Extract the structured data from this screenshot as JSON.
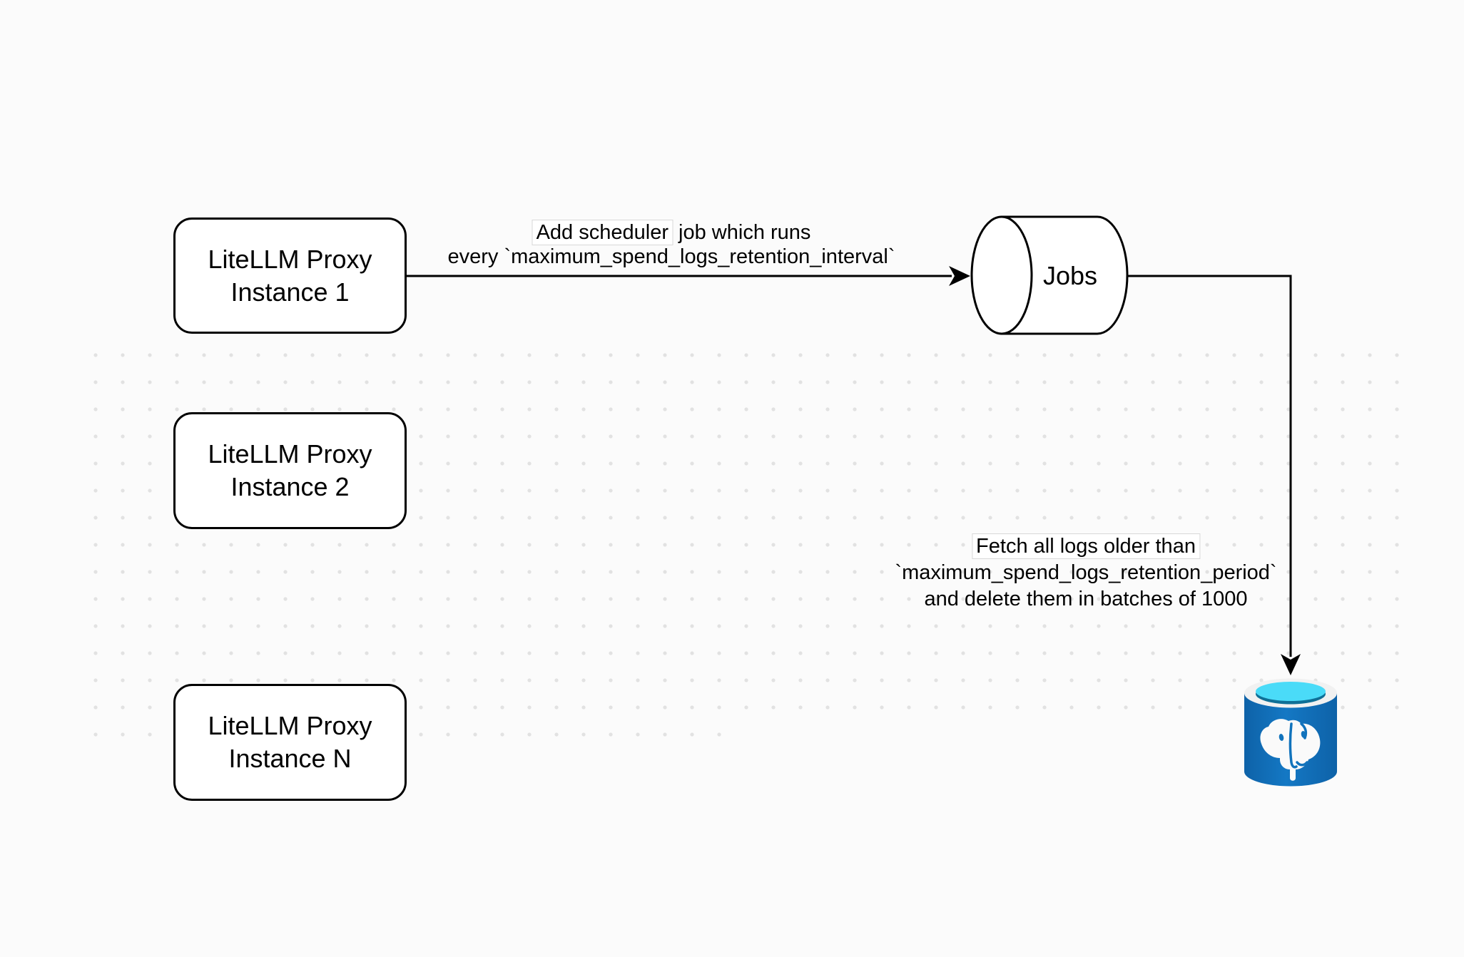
{
  "canvas": {
    "background_color": "#FBFBFB",
    "dot_color": "#E2E2E2"
  },
  "nodes": [
    {
      "id": "litellm-proxy-instance-1",
      "line1": "LiteLLM Proxy",
      "line2": "Instance 1"
    },
    {
      "id": "litellm-proxy-instance-2",
      "line1": "LiteLLM Proxy",
      "line2": "Instance 2"
    },
    {
      "id": "litellm-proxy-instance-n",
      "line1": "LiteLLM Proxy",
      "line2": "Instance N"
    }
  ],
  "jobs_store": {
    "label": "Jobs"
  },
  "edge_scheduler_label": {
    "line1_highlight": "Add scheduler",
    "line1_rest": " job which runs",
    "line2": "every `maximum_spend_logs_retention_interval`"
  },
  "edge_fetch_label": {
    "line1": "Fetch all logs older than",
    "line2": "`maximum_spend_logs_retention_period`",
    "line3": "and delete them in batches of 1000"
  },
  "database": {
    "icon": "postgresql-database-icon",
    "body_color": "#1173BC",
    "opening_color": "#4ADBF8",
    "rim_color": "#F1F1F1",
    "inner_shadow_color": "#0F7097"
  }
}
